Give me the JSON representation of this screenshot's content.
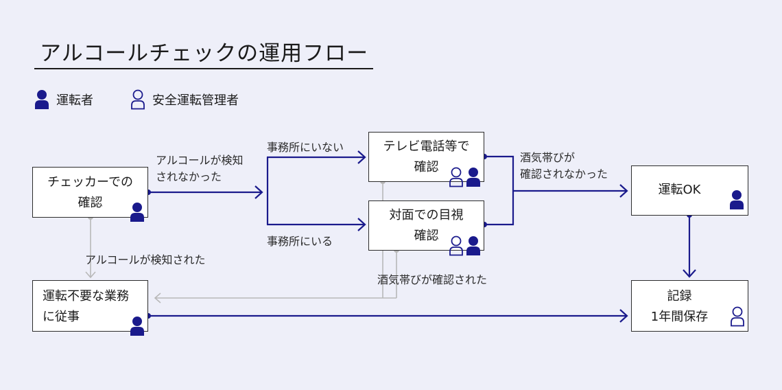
{
  "title": "アルコールチェックの運用フロー",
  "legend": {
    "driver": "運転者",
    "manager": "安全運転管理者"
  },
  "colors": {
    "primary": "#1a1a8c",
    "gray": "#b8b8b8",
    "background": "#eeeff9"
  },
  "nodes": {
    "checker": [
      "チェッカーでの",
      "確認"
    ],
    "tv_phone": [
      "テレビ電話等で",
      "確認"
    ],
    "in_person": [
      "対面での目視",
      "確認"
    ],
    "drive_ok": [
      "運転OK"
    ],
    "no_drive": [
      "運転不要な業務",
      "に従事"
    ],
    "record": [
      "記録",
      "1年間保存"
    ]
  },
  "edge_labels": {
    "alcohol_detected_maybe": [
      "アルコールが検知",
      "されなかった"
    ],
    "not_at_office": "事務所にいない",
    "at_office": "事務所にいる",
    "not_confirmed": [
      "酒気帯びが",
      "確認されなかった"
    ],
    "alcohol_detected": "アルコールが検知された",
    "confirmed": "酒気帯びが確認された"
  }
}
